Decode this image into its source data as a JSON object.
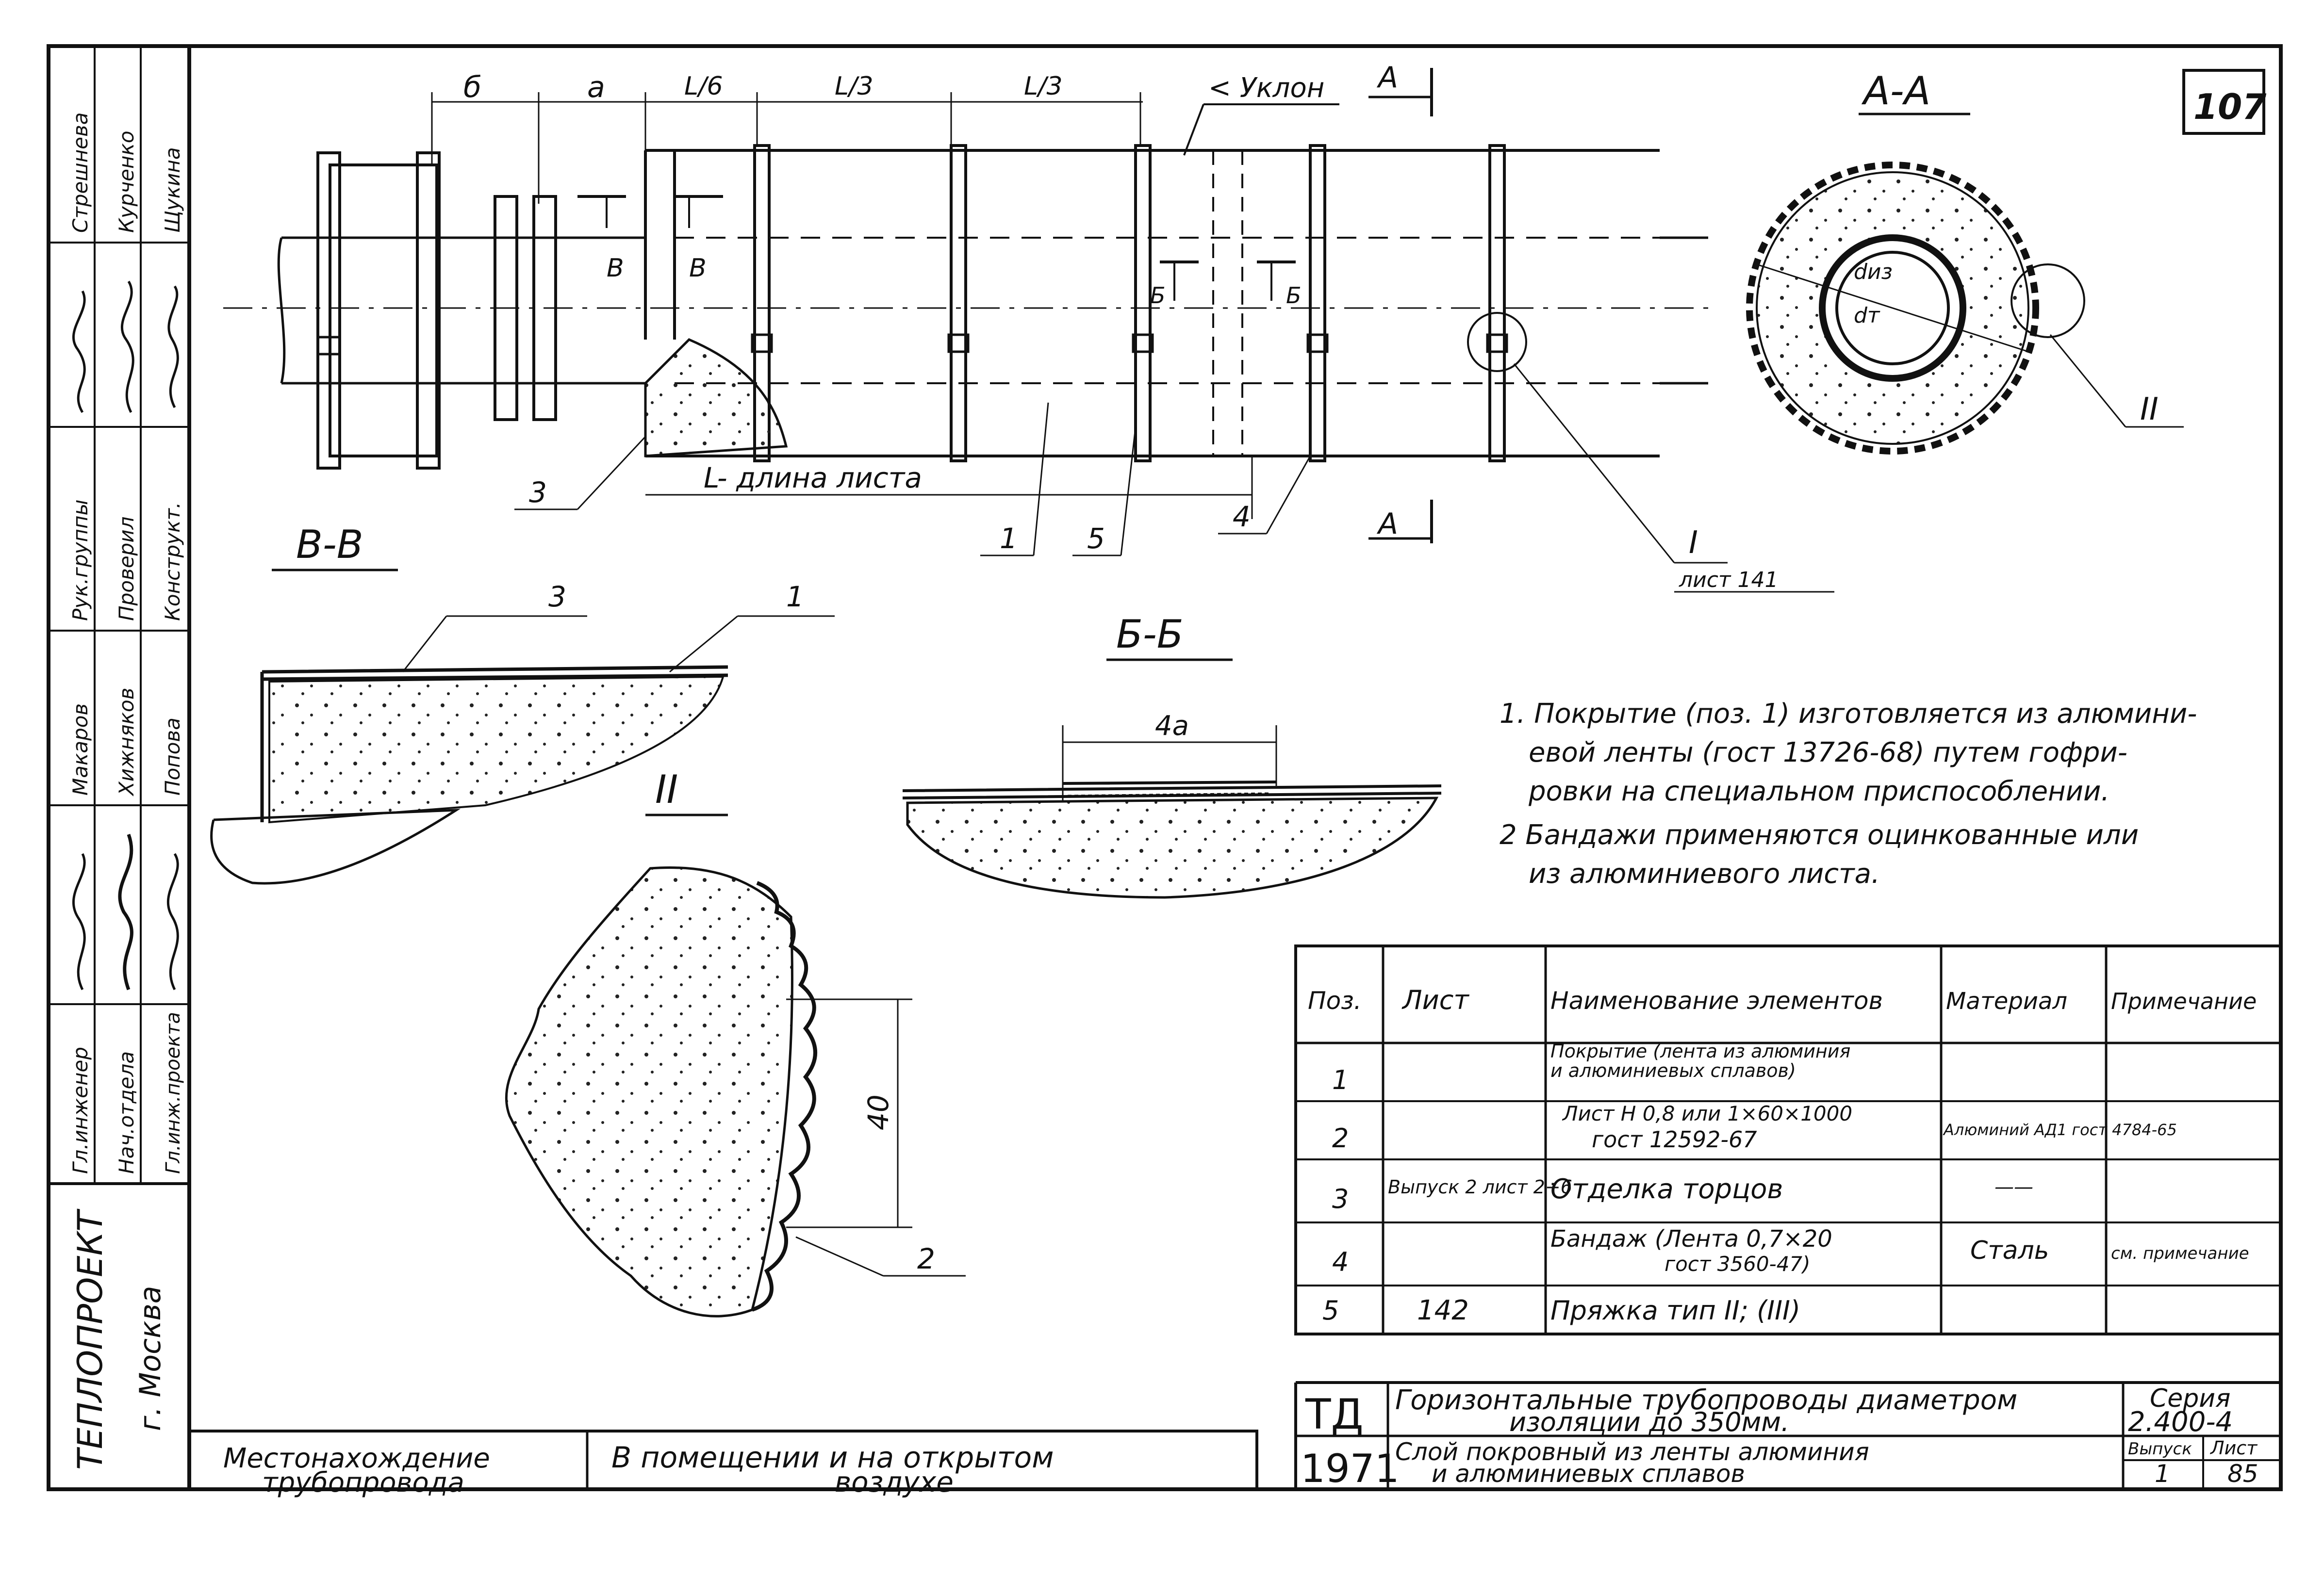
{
  "sheet_number": "107",
  "side_stamp": {
    "org": "ТЕПЛОПРОЕКТ",
    "city": "г. Москва",
    "roles": [
      "Гл.инженер",
      "Нач.отдела",
      "Гл.инж.проекта",
      "Рук.группы",
      "Проверил",
      "Конструкт."
    ],
    "names": [
      "Макаров",
      "Хижняков",
      "Попова",
      "Стрешнева",
      "Курченко",
      "Щукина"
    ]
  },
  "top_view": {
    "dims": [
      "б",
      "а",
      "L/6",
      "L/3",
      "L/3"
    ],
    "slope": "< Уклон",
    "cut_marks": [
      "В",
      "В",
      "Б",
      "Б",
      "А",
      "А"
    ],
    "length_label": "L- длина листа",
    "positions": [
      "3",
      "1",
      "5",
      "4"
    ],
    "callout": "I",
    "callout_ref": "лист 141"
  },
  "section_aa": {
    "title": "А-А",
    "dins": "dиз",
    "dt": "dт",
    "callout": "II"
  },
  "section_vv": {
    "title": "В-В",
    "positions": [
      "3",
      "1"
    ]
  },
  "detail_ii": {
    "title": "II",
    "dim": "40",
    "position": "2"
  },
  "section_bb": {
    "title": "Б-Б",
    "dim": "4а"
  },
  "notes": [
    "1. Покрытие (поз. 1) изготовляется из алюмини-",
    "евой ленты (гост 13726-68) путем гофри-",
    "ровки на специальном приспособлении.",
    "2 Бандажи применяются оцинкованные или",
    "из алюминиевого листа."
  ],
  "spec_table": {
    "headers": [
      "Поз.",
      "Лист",
      "Наименование элементов",
      "Материал",
      "Примечание"
    ],
    "rows": [
      {
        "pos": "1",
        "sheet": "",
        "name": [
          "Покрытие (лента из алюминия",
          "и алюминиевых сплавов)"
        ],
        "material": "",
        "note": ""
      },
      {
        "pos": "2",
        "sheet": "",
        "name": [
          "Лист Н 0,8 или 1×60×1000",
          "гост 12592-67"
        ],
        "material": "Алюминий АД1 гост 4784-65",
        "note": ""
      },
      {
        "pos": "3",
        "sheet": "Выпуск 2 лист 2÷6",
        "name": [
          "Отделка торцов"
        ],
        "material": "——",
        "note": ""
      },
      {
        "pos": "4",
        "sheet": "",
        "name": [
          "Бандаж (Лента 0,7×20",
          "гост 3560-47)"
        ],
        "material": "Сталь",
        "note": "см. примечание"
      },
      {
        "pos": "5",
        "sheet": "142",
        "name": [
          "Пряжка тип II; (III)"
        ],
        "material": "",
        "note": ""
      }
    ]
  },
  "title_block": {
    "td": "ТД",
    "year": "1971",
    "title": [
      "Горизонтальные трубопроводы диаметром",
      "изоляции до 350мм."
    ],
    "subtitle": [
      "Слой покровный из ленты алюминия",
      "и алюминиевых сплавов"
    ],
    "series_label": "Серия",
    "series_value": "2.400-4",
    "issue_label": "Выпуск",
    "issue_value": "1",
    "sheet_label": "Лист",
    "sheet_value": "85"
  },
  "location_block": {
    "label": [
      "Местонахождение",
      "трубопровода"
    ],
    "value": [
      "В помещении и на открытом",
      "воздухе"
    ]
  }
}
